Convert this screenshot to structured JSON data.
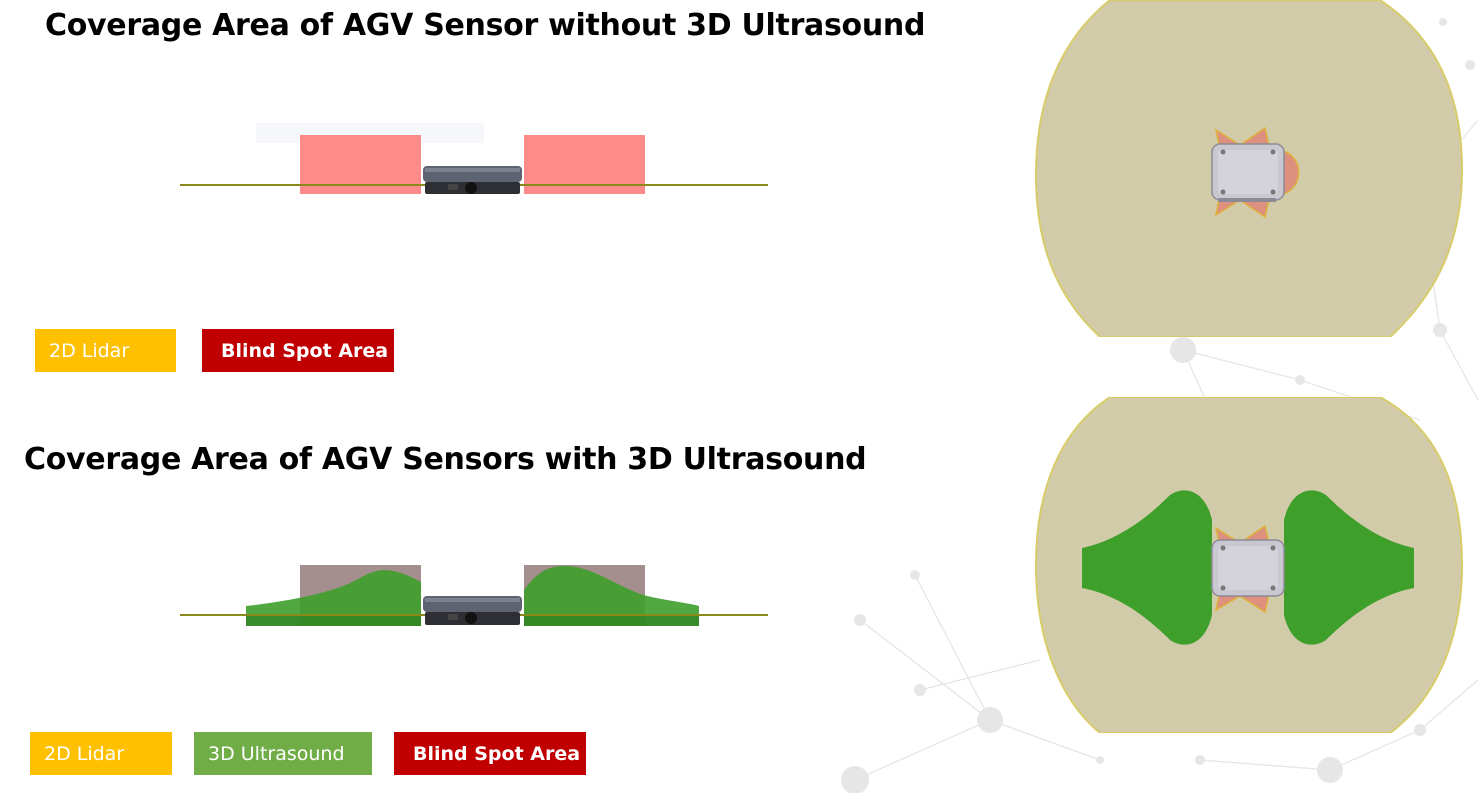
{
  "diagram_top": {
    "title": "Coverage Area of AGV Sensor without 3D Ultrasound",
    "legend": [
      {
        "label": "2D Lidar",
        "color": "#ffc000"
      },
      {
        "label": "Blind Spot Area",
        "color": "#c00000"
      }
    ]
  },
  "diagram_bottom": {
    "title": "Coverage Area of AGV Sensors with 3D Ultrasound",
    "legend": [
      {
        "label": "2D Lidar",
        "color": "#ffc000"
      },
      {
        "label": "3D Ultrasound",
        "color": "#70ad47"
      },
      {
        "label": "Blind Spot Area",
        "color": "#c00000"
      }
    ]
  },
  "colors": {
    "lidar_coverage": "#d1cba9",
    "ultrasound_coverage": "#3f9f2b",
    "blind_spot": "#ff8a8a",
    "agv_body": "#5d6370"
  }
}
